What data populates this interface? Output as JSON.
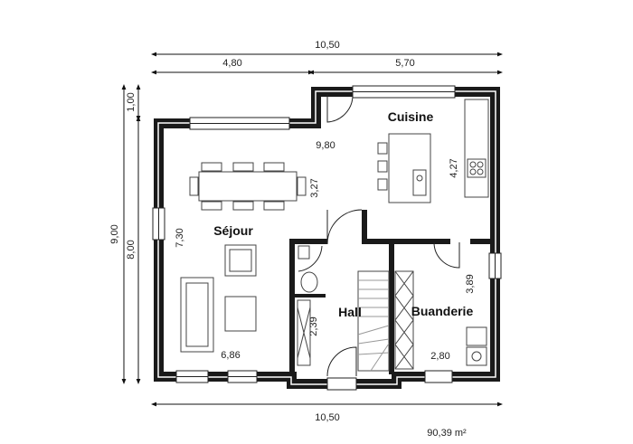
{
  "rooms": {
    "cuisine": "Cuisine",
    "sejour": "Séjour",
    "hall": "Hall",
    "buanderie": "Buanderie"
  },
  "dimensions": {
    "total_width_top": "10,50",
    "left_width": "4,80",
    "right_width": "5,70",
    "total_width_bottom": "10,50",
    "total_height": "9,00",
    "offset_height": "1,00",
    "left_height": "8,00",
    "sejour_width": "6,86",
    "sejour_height": "7,30",
    "inner_width": "9,80",
    "sejour_depth": "3,27",
    "cuisine_height": "4,27",
    "buanderie_height": "3,89",
    "buanderie_width": "2,80",
    "hall_height": "2,39"
  },
  "total_area": "90,39 m²"
}
